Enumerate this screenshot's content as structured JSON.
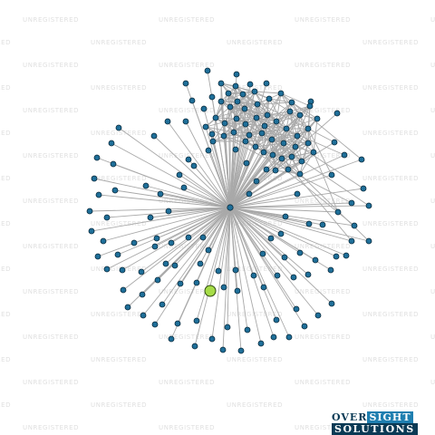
{
  "watermark": {
    "text": "UNREGISTERED",
    "color": "#e0e0e0"
  },
  "graph": {
    "edge_color": "#a9a9a9",
    "node_color": "#1f6f99",
    "focus_node_color": "#a6dc48",
    "central_node_label": "",
    "nodes_visible": "approx. 190"
  },
  "logo": {
    "word1_dark": "OVER",
    "word1_light": "SIGHT",
    "word2": "SOLUTIONS",
    "dark_color": "#0a3a55",
    "light_color": "#33aadd",
    "bg_color": "#1f7fb0"
  }
}
